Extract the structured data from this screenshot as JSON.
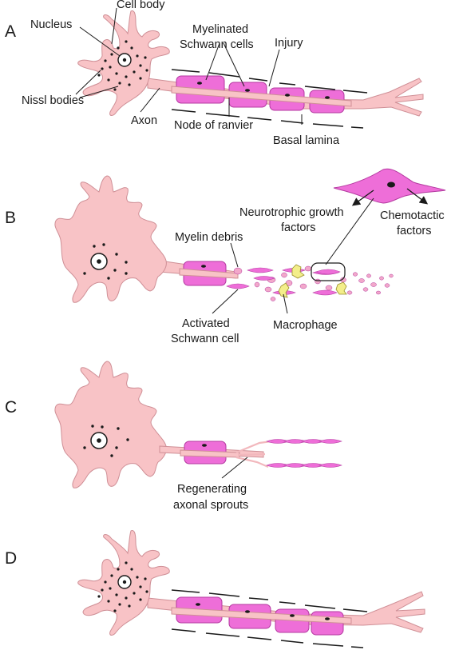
{
  "colors": {
    "neuron_fill": "#f8c3c6",
    "neuron_stroke": "#cf8f96",
    "schwann_fill": "#ee6ed8",
    "schwann_stroke": "#b43aa0",
    "debris_fill": "#f2a8ca",
    "macrophage_fill": "#f3ee8a",
    "line": "#1a1a1a"
  },
  "icons": {
    "nucleus": "dotted-circle",
    "nissl": "dots",
    "schwann": "rounded-rect"
  },
  "panels": {
    "a": {
      "letter": "A",
      "labels": {
        "cell_body": "Cell body",
        "nucleus": "Nucleus",
        "myelinated_1": "Myelinated",
        "myelinated_2": "Schwann cells",
        "injury": "Injury",
        "nissl": "Nissl bodies",
        "axon": "Axon",
        "node": "Node of ranvier",
        "basal": "Basal lamina"
      }
    },
    "b": {
      "letter": "B",
      "labels": {
        "neurotrophic_1": "Neurotrophic growth",
        "neurotrophic_2": "factors",
        "chemotactic_1": "Chemotactic",
        "chemotactic_2": "factors",
        "myelin_debris": "Myelin debris",
        "activated_1": "Activated",
        "activated_2": "Schwann cell",
        "macrophage": "Macrophage"
      }
    },
    "c": {
      "letter": "C",
      "labels": {
        "regenerating_1": "Regenerating",
        "regenerating_2": "axonal sprouts"
      }
    },
    "d": {
      "letter": "D"
    }
  }
}
